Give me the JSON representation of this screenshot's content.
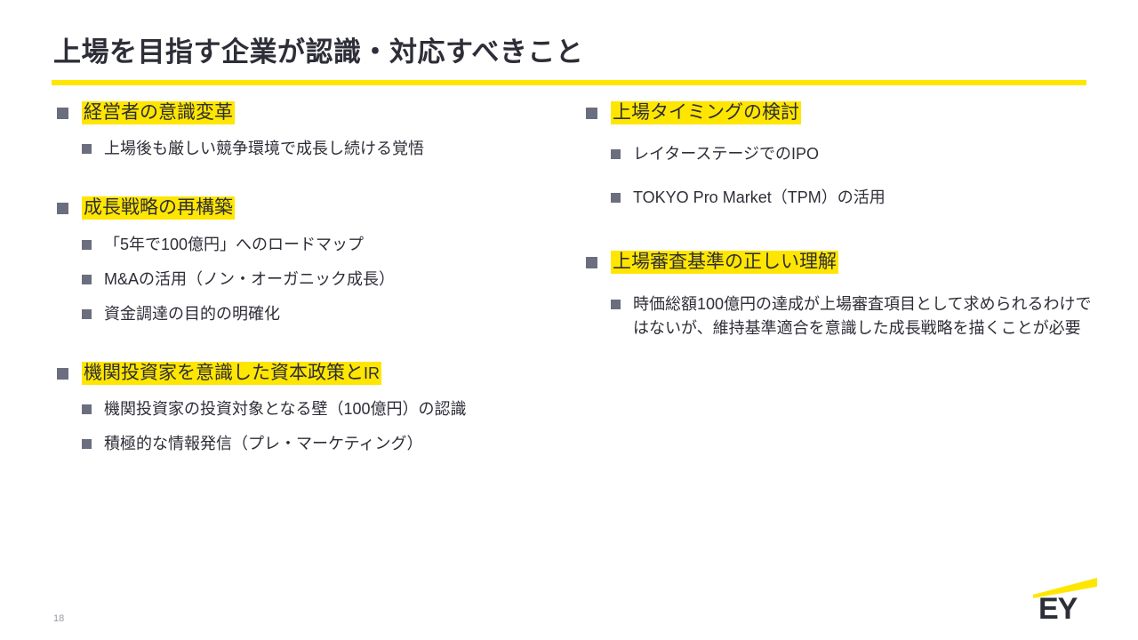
{
  "slide": {
    "title": "上場を目指す企業が認識・対応すべきこと",
    "page_number": "18",
    "colors": {
      "brand_yellow": "#ffe600",
      "brand_dark": "#2e2e38",
      "bullet_gray": "#6b6e7e",
      "page_number_gray": "#9a9aa5"
    },
    "logo": {
      "wordmark": "EY",
      "beam_color": "#ffe600",
      "wordmark_color": "#2e2e38"
    }
  },
  "left_column": {
    "groups": [
      {
        "heading": "経営者の意識変革",
        "sub_items": [
          "上場後も厳しい競争環境で成長し続ける覚悟"
        ]
      },
      {
        "heading": "成長戦略の再構築",
        "sub_items": [
          "「5年で100億円」へのロードマップ",
          "M&Aの活用（ノン・オーガニック成長）",
          "資金調達の目的の明確化"
        ]
      },
      {
        "heading_main": "機関投資家を意識した資本政策と",
        "heading_latin": "IR",
        "sub_items": [
          "機関投資家の投資対象となる壁（100億円）の認識",
          "積極的な情報発信（プレ・マーケティング）"
        ]
      }
    ]
  },
  "right_column": {
    "groups": [
      {
        "heading": "上場タイミングの検討",
        "sub_items": [
          "レイターステージでのIPO",
          "TOKYO Pro Market（TPM）の活用"
        ]
      },
      {
        "heading": "上場審査基準の正しい理解",
        "sub_items": [
          "時価総額100億円の達成が上場審査項目として求められるわけではないが、維持基準適合を意識した成長戦略を描くことが必要"
        ]
      }
    ]
  }
}
